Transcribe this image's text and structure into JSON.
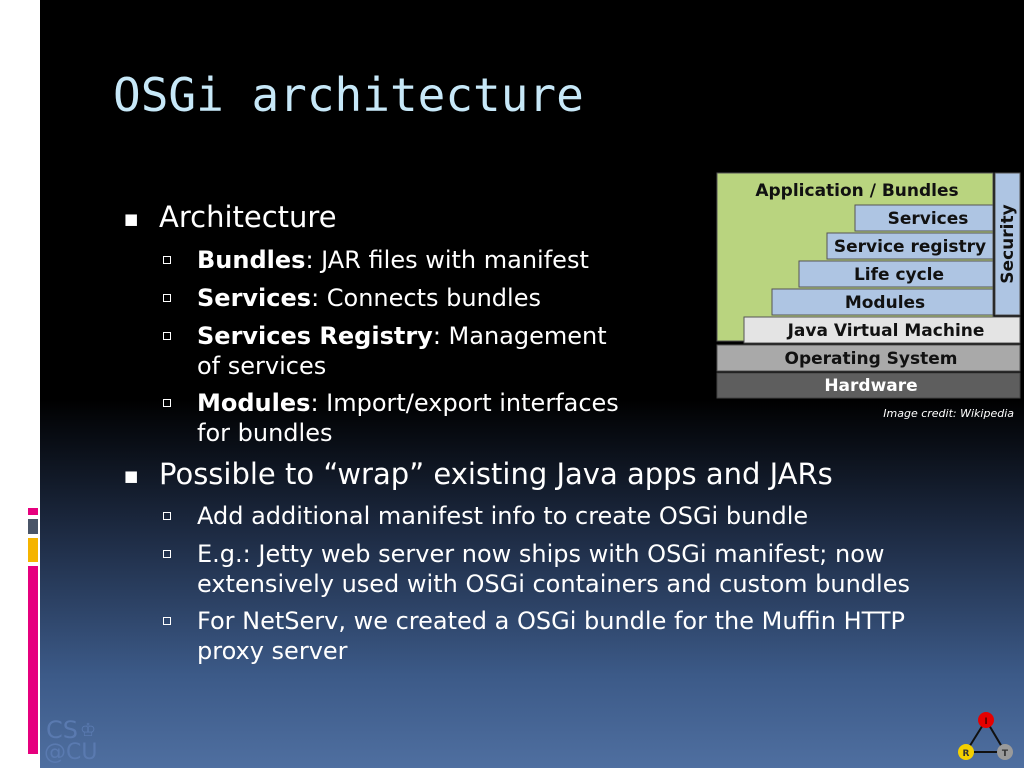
{
  "slide": {
    "title": "OSGi architecture",
    "bullets": [
      {
        "text": "Architecture",
        "sub": [
          {
            "bold": "Bundles",
            "text": ": JAR files with manifest"
          },
          {
            "bold": "Services",
            "text": ": Connects bundles"
          },
          {
            "bold": "Services Registry",
            "text": ": Management",
            "text2": "of services"
          },
          {
            "bold": "Modules",
            "text": ": Import/export interfaces",
            "text2": "for bundles"
          }
        ]
      },
      {
        "text": "Possible to “wrap” existing Java apps and JARs",
        "sub": [
          {
            "text": "Add additional manifest info to create OSGi bundle"
          },
          {
            "text": "E.g.: Jetty web server now ships with OSGi manifest; now",
            "text2": "extensively used with OSGi containers and custom bundles"
          },
          {
            "text": "For NetServ, we created a OSGi bundle for the Muffin HTTP",
            "text2": "proxy server"
          }
        ]
      }
    ]
  },
  "diagram": {
    "application": "Application / Bundles",
    "services": "Services",
    "registry": "Service registry",
    "lifecycle": "Life cycle",
    "modules": "Modules",
    "jvm": "Java Virtual Machine",
    "os": "Operating System",
    "hardware": "Hardware",
    "security": "Security",
    "credit": "Image credit: Wikipedia"
  },
  "logos": {
    "cs": "CS",
    "cu": "@CU",
    "irt_top": "I",
    "irt_left": "R",
    "irt_right": "T"
  },
  "colors": {
    "title": "#c7e8f8",
    "app_green": "#b9d47f",
    "layer_blue": "#aec5e3",
    "jvm_gray": "#e4e4e4",
    "os_gray": "#a9a9a9",
    "hw_gray": "#5e5e5e",
    "accent_pink": "#e6007e",
    "accent_yellow": "#f5b400"
  }
}
